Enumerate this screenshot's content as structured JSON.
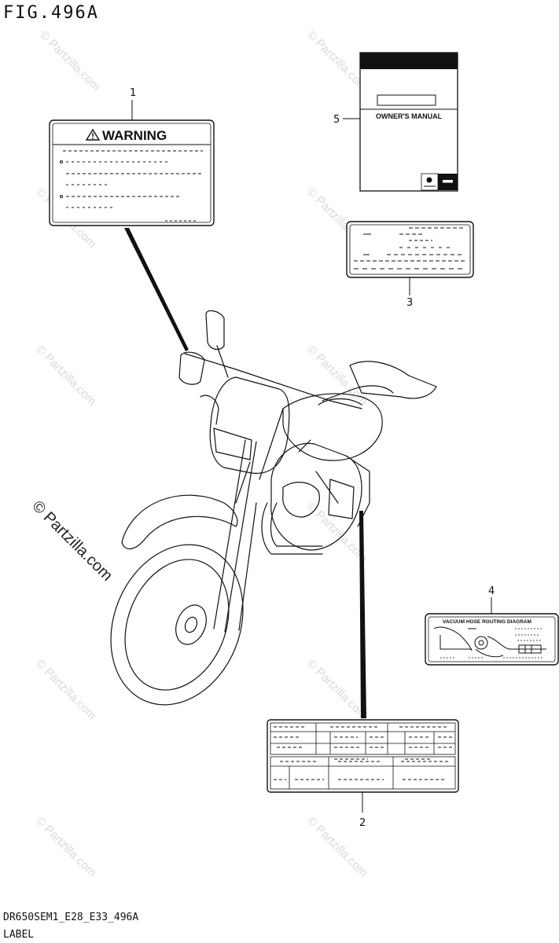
{
  "figure": {
    "title": "FIG.496A",
    "code": "DR650SEM1_E28_E33_496A",
    "section": "LABEL"
  },
  "callouts": {
    "c1": "1",
    "c2": "2",
    "c3": "3",
    "c4": "4",
    "c5": "5"
  },
  "labels": {
    "warning_heading": "WARNING",
    "manual_title": "OWNER'S MANUAL",
    "vacuum_title": "VACUUM HOSE ROUTING DIAGRAM"
  },
  "watermark": {
    "text": "© Partzilla.com"
  },
  "icons": {
    "warning": "warning-triangle-icon",
    "brand": "suzuki-logo-icon"
  }
}
